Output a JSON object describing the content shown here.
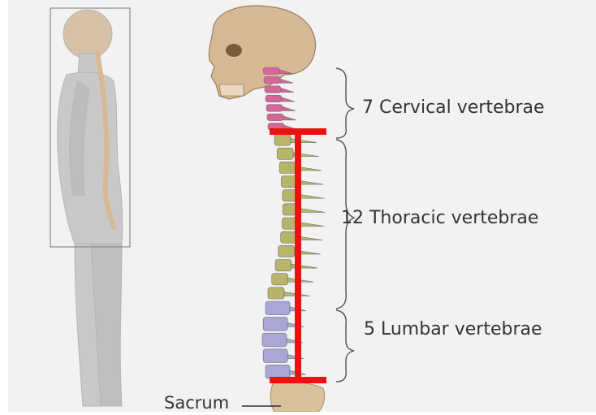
{
  "regions": [
    {
      "id": "cervical",
      "label": "7 Cervical vertebrae"
    },
    {
      "id": "thoracic",
      "label": "12 Thoracic vertebrae"
    },
    {
      "id": "lumbar",
      "label": "5 Lumbar vertebrae"
    }
  ],
  "sacrum_label": "Sacrum",
  "colors": {
    "background": "#f2f2f2",
    "cervical": "#d9649a",
    "thoracic": "#b8b46a",
    "lumbar": "#a9a6d8",
    "sacrum": "#d8c29a",
    "skull": "#d8b996",
    "marker": "#ee1111",
    "silhouette": "#c9c9c9",
    "text": "#333333"
  }
}
